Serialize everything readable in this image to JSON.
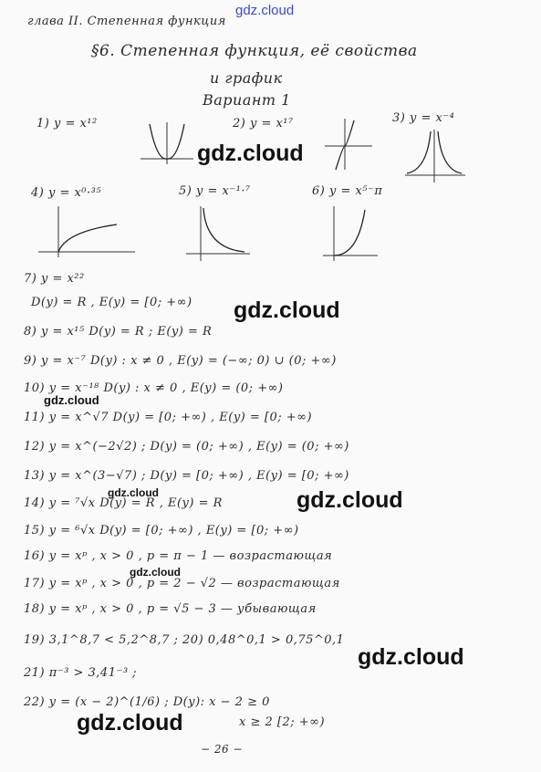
{
  "watermark_top": "gdz.cloud",
  "header": {
    "chapter": "глава II. Степенная функция",
    "section": "§6. Степенная функция, её свойства",
    "section_cont": "и график",
    "variant": "Вариант 1"
  },
  "graphs": [
    {
      "label": "1) y = x¹²"
    },
    {
      "label": "2) y = x¹⁷"
    },
    {
      "label": "3) y = x⁻⁴"
    },
    {
      "label": "4) y = x⁰·³⁵"
    },
    {
      "label": "5) y = x⁻¹·⁷"
    },
    {
      "label": "6) y = x⁵⁻π"
    }
  ],
  "lines": [
    "7) y = x²²",
    "D(y) = R ,  E(y) = [0; +∞)",
    "8)  y = x¹⁵   D(y) = R ; E(y) = R",
    "9)  y = x⁻⁷   D(y) : x ≠ 0 ,  E(y) = (−∞; 0) ∪ (0; +∞)",
    "10) y = x⁻¹⁸   D(y) : x ≠ 0 ,  E(y) = (0; +∞)",
    "11) y = x^√7   D(y) = [0; +∞) ,  E(y) = [0; +∞)",
    "12) y = x^(−2√2) ;  D(y) = (0; +∞) ,  E(y) = (0; +∞)",
    "13) y = x^(3−√7) ;  D(y) = [0; +∞) ,  E(y) = [0; +∞)",
    "14) y = ⁷√x    D(y) = R ,  E(y) = R",
    "15) y = ⁶√x    D(y) = [0; +∞) ,  E(y) = [0; +∞)",
    "16) y = xᵖ ,  x > 0  ,  p = π − 1   —  возрастающая",
    "17) y = xᵖ ,  x > 0 ,  p = 2 − √2   —  возрастающая",
    "18) y = xᵖ ,  x > 0 ,  p = √5 − 3   —  убывающая",
    "19)  3,1^8,7 < 5,2^8,7   ;  20)  0,48^0,1 > 0,75^0,1",
    "21)  π⁻³ > 3,41⁻³ ;",
    "22) y = (x − 2)^(1/6)  ;  D(y):   x − 2 ≥ 0",
    "x ≥ 2        [2; +∞)"
  ],
  "page_number": "− 26 −",
  "watermarks": [
    "gdz.cloud",
    "gdz.cloud",
    "gdz.cloud",
    "gdz.cloud",
    "gdz.cloud",
    "gdz.cloud",
    "gdz.cloud",
    "gdz.cloud"
  ]
}
